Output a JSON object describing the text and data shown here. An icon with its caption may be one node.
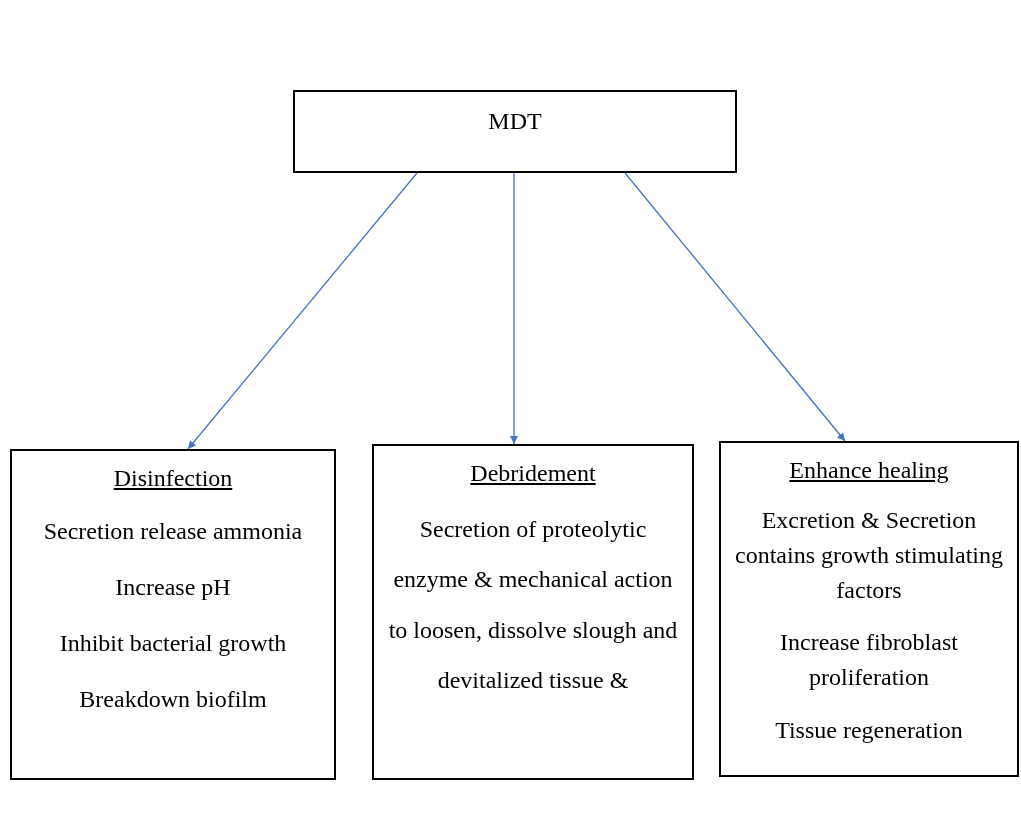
{
  "diagram": {
    "nodes": [
      {
        "text": [
          "MDT"
        ]
      },
      {
        "text": [
          "Disinfection",
          "Secretion release ammonia",
          "Increase pH",
          "Inhibit bacterial growth",
          "Breakdown biofilm"
        ]
      },
      {
        "text": [
          "Debridement",
          "Secretion of proteolytic enzyme & mechanical action to loosen, dissolve slough and devitalized tissue &"
        ]
      },
      {
        "text": [
          "Enhance healing",
          "Excretion & Secretion contains growth stimulating factors",
          "Increase fibroblast proliferation",
          "Tissue regeneration"
        ]
      }
    ],
    "edges": [
      {
        "from": 0,
        "to": 1,
        "arrow": "to",
        "color": "#4472c4"
      },
      {
        "from": 0,
        "to": 2,
        "arrow": "to",
        "color": "#4472c4"
      },
      {
        "from": 0,
        "to": 3,
        "arrow": "to",
        "color": "#4472c4"
      }
    ]
  }
}
